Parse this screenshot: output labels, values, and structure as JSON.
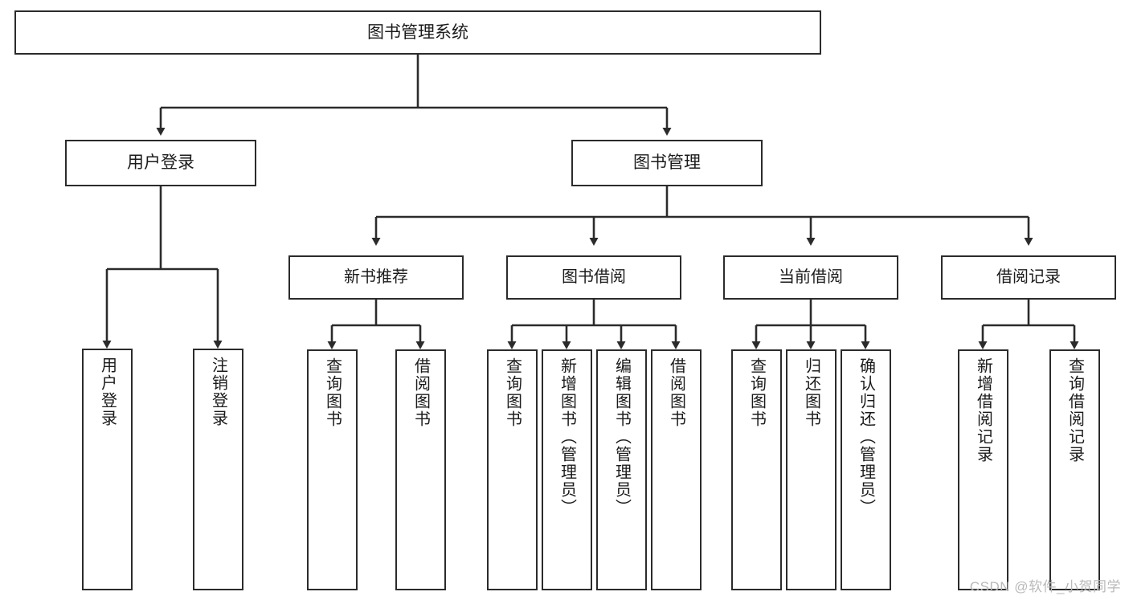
{
  "diagram": {
    "title": "图书管理系统",
    "type": "tree-hierarchy-chart",
    "watermark": "CSDN @软件_小贺同学",
    "colors": {
      "box_border": "#2b2b2b",
      "box_fill": "#ffffff",
      "edge": "#2b2b2b",
      "text": "#1b1b1b",
      "watermark": "#b9b9b9",
      "background": "#ffffff"
    },
    "root": {
      "label": "图书管理系统"
    },
    "level2": [
      {
        "label": "用户登录"
      },
      {
        "label": "图书管理"
      }
    ],
    "level3": [
      {
        "label": "新书推荐"
      },
      {
        "label": "图书借阅"
      },
      {
        "label": "当前借阅"
      },
      {
        "label": "借阅记录"
      }
    ],
    "leaves": {
      "user_login": [
        {
          "label": "用户登录"
        },
        {
          "label": "注销登录"
        }
      ],
      "new_book_recommend": [
        {
          "label": "查询图书"
        },
        {
          "label": "借阅图书"
        }
      ],
      "book_borrow": [
        {
          "label": "查询图书"
        },
        {
          "label": "新增图书（管理员）"
        },
        {
          "label": "编辑图书（管理员）"
        },
        {
          "label": "借阅图书"
        }
      ],
      "current_borrow": [
        {
          "label": "查询图书"
        },
        {
          "label": "归还图书"
        },
        {
          "label": "确认归还（管理员）"
        }
      ],
      "borrow_record": [
        {
          "label": "新增借阅记录"
        },
        {
          "label": "查询借阅记录"
        }
      ]
    }
  },
  "chart_data": {
    "type": "table",
    "title": "图书管理系统",
    "nodes": [
      {
        "id": "root",
        "label": "图书管理系统",
        "level": 0,
        "parent": null
      },
      {
        "id": "user-login",
        "label": "用户登录",
        "level": 1,
        "parent": "root"
      },
      {
        "id": "book-manage",
        "label": "图书管理",
        "level": 1,
        "parent": "root"
      },
      {
        "id": "new-book",
        "label": "新书推荐",
        "level": 2,
        "parent": "book-manage"
      },
      {
        "id": "book-borrow",
        "label": "图书借阅",
        "level": 2,
        "parent": "book-manage"
      },
      {
        "id": "current-borrow",
        "label": "当前借阅",
        "level": 2,
        "parent": "book-manage"
      },
      {
        "id": "borrow-record",
        "label": "借阅记录",
        "level": 2,
        "parent": "book-manage"
      },
      {
        "id": "ul-1",
        "label": "用户登录",
        "level": 2,
        "parent": "user-login"
      },
      {
        "id": "ul-2",
        "label": "注销登录",
        "level": 2,
        "parent": "user-login"
      },
      {
        "id": "nb-1",
        "label": "查询图书",
        "level": 3,
        "parent": "new-book"
      },
      {
        "id": "nb-2",
        "label": "借阅图书",
        "level": 3,
        "parent": "new-book"
      },
      {
        "id": "bb-1",
        "label": "查询图书",
        "level": 3,
        "parent": "book-borrow"
      },
      {
        "id": "bb-2",
        "label": "新增图书（管理员）",
        "level": 3,
        "parent": "book-borrow"
      },
      {
        "id": "bb-3",
        "label": "编辑图书（管理员）",
        "level": 3,
        "parent": "book-borrow"
      },
      {
        "id": "bb-4",
        "label": "借阅图书",
        "level": 3,
        "parent": "book-borrow"
      },
      {
        "id": "cb-1",
        "label": "查询图书",
        "level": 3,
        "parent": "current-borrow"
      },
      {
        "id": "cb-2",
        "label": "归还图书",
        "level": 3,
        "parent": "current-borrow"
      },
      {
        "id": "cb-3",
        "label": "确认归还（管理员）",
        "level": 3,
        "parent": "current-borrow"
      },
      {
        "id": "br-1",
        "label": "新增借阅记录",
        "level": 3,
        "parent": "borrow-record"
      },
      {
        "id": "br-2",
        "label": "查询借阅记录",
        "level": 3,
        "parent": "borrow-record"
      }
    ]
  }
}
